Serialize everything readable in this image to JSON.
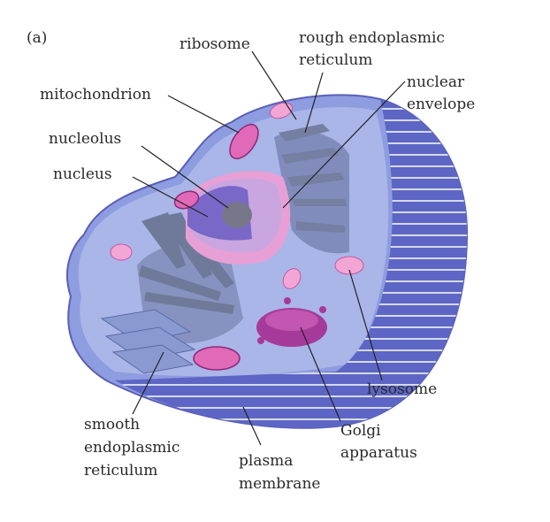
{
  "panel_label": "(a)",
  "labels": {
    "ribosome": "ribosome",
    "rough_er": [
      "rough endoplasmic",
      "reticulum"
    ],
    "nuclear_envelope": [
      "nuclear",
      "envelope"
    ],
    "mitochondrion": "mitochondrion",
    "nucleolus": "nucleolus",
    "nucleus": "nucleus",
    "lysosome": "lysosome",
    "smooth_er": [
      "smooth",
      "endoplasmic",
      "reticulum"
    ],
    "golgi": [
      "Golgi",
      "apparatus"
    ],
    "plasma_membrane": [
      "plasma",
      "membrane"
    ]
  },
  "colors": {
    "cytoplasm": "#8e9ce0",
    "cytoplasm_light": "#b3bdeb",
    "membrane_edge": "#5a5fb8",
    "nucleus": "#c9a6e0",
    "nuclear_inner": "#7a68c8",
    "nucleolus": "#77778a",
    "er": "#6f7a9a",
    "pink": "#e06ab8",
    "golgi": "#a63a9a"
  }
}
